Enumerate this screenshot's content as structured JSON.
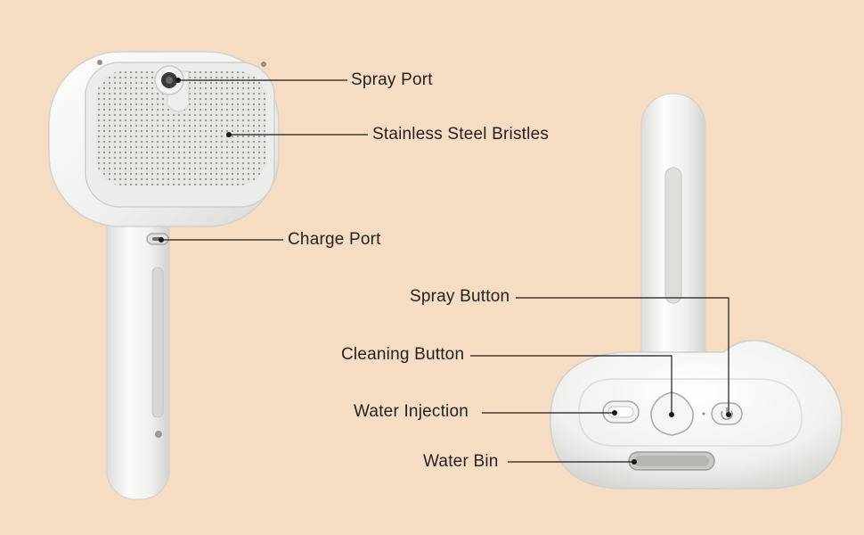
{
  "colors": {
    "background": "#f6dcc2",
    "device_body": "#f4f4f2",
    "device_shadow": "#cfcfcc",
    "bristle_pad": "#e3e3e0",
    "leader_line": "#1a1a1a",
    "label_text": "#222222"
  },
  "labels": {
    "spray_port": "Spray Port",
    "stainless_steel_bristles": "Stainless Steel Bristles",
    "charge_port": "Charge Port",
    "spray_button": "Spray Button",
    "cleaning_button": "Cleaning Button",
    "water_injection": "Water Injection",
    "water_bin": "Water Bin"
  },
  "icons": {
    "spray_button": "power-icon"
  }
}
